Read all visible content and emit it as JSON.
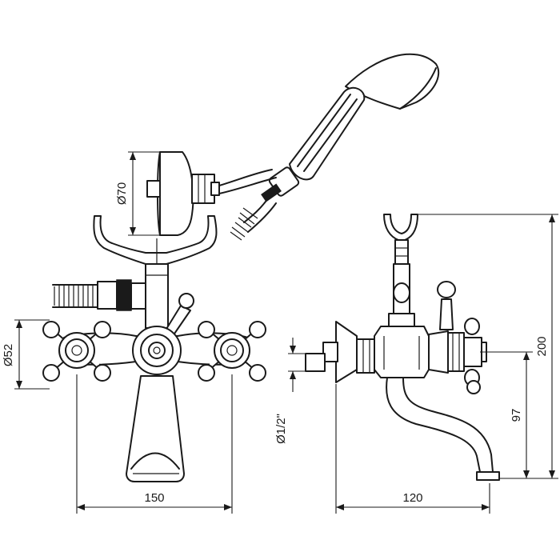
{
  "dimensions": {
    "front_width": "150",
    "side_depth": "120",
    "total_height": "200",
    "spout_height": "97",
    "holder_diameter": "Ø70",
    "handle_diameter": "Ø52",
    "inlet_thread": "Ø1/2\""
  }
}
